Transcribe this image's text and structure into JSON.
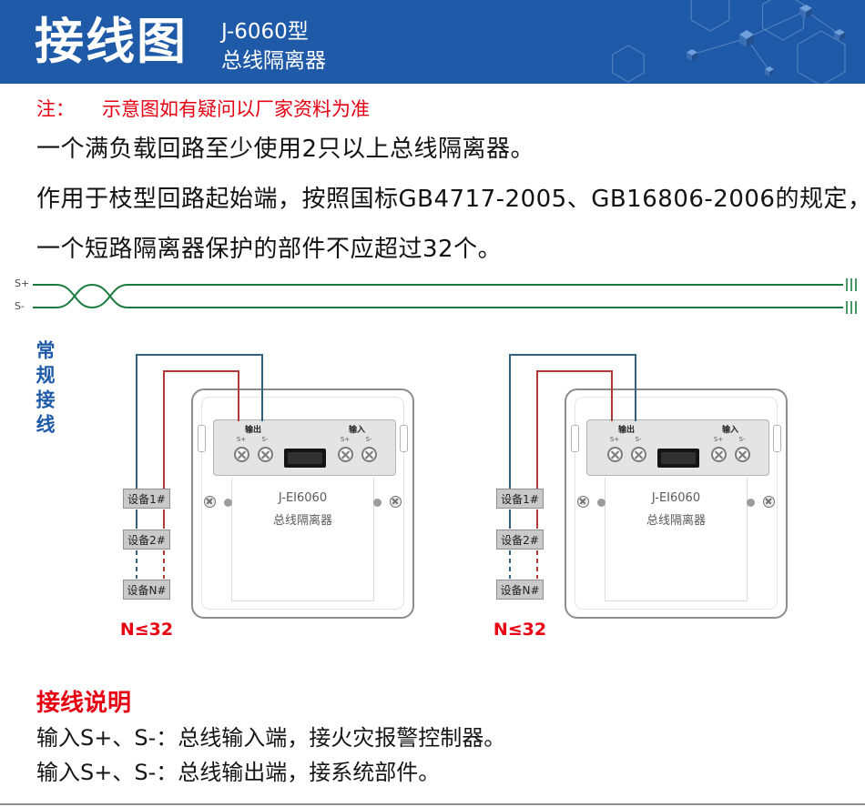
{
  "colors": {
    "header_blue": "#1e5aa8",
    "accent_red": "#e60012",
    "bus_green": "#1b7b3f",
    "wire_blue": "#33627f",
    "wire_red": "#b23936",
    "device_box_gray": "#c9c9c9"
  },
  "header": {
    "title": "接线图",
    "model": "J-6060型",
    "subtitle": "总线隔离器"
  },
  "note": {
    "prefix": "注：",
    "text": "示意图如有疑问以厂家资料为准"
  },
  "paragraphs": {
    "p1": "一个满负载回路至少使用2只以上总线隔离器。",
    "p2": "作用于枝型回路起始端，按照国标GB4717-2005、GB16806-2006的规定，",
    "p3": "一个短路隔离器保护的部件不应超过32个。"
  },
  "bus": {
    "plus": "S+",
    "minus": "S-"
  },
  "diagram": {
    "section_label": "常规接线",
    "limit": "N≤32"
  },
  "module": {
    "output_label": "输出",
    "input_label": "输入",
    "pins": [
      "S+",
      "S-",
      "S+",
      "S-"
    ],
    "model": "J-EI6060",
    "name": "总线隔离器",
    "devices": [
      "设备1#",
      "设备2#",
      "设备N#"
    ]
  },
  "instructions": {
    "heading": "接线说明",
    "line1": "输入S+、S-：总线输入端，接火灾报警控制器。",
    "line2": "输入S+、S-：总线输出端，接系统部件。"
  }
}
